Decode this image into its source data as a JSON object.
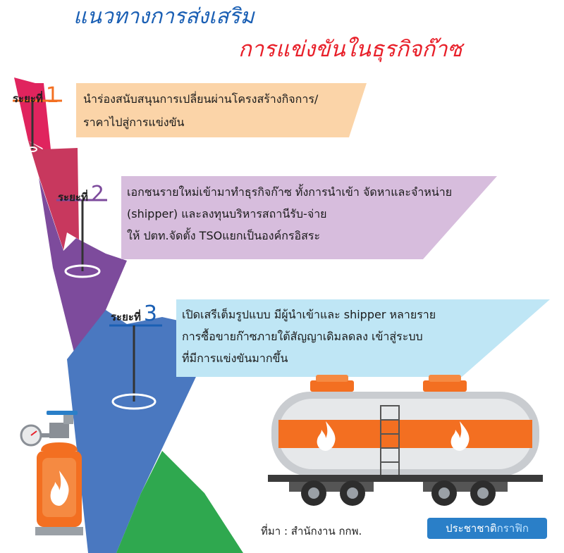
{
  "title": {
    "line1": "แนวทางการส่งเสริม",
    "line2": "การแข่งขันในธุรกิจก๊าซ"
  },
  "phases": [
    {
      "label": "ระยะที่",
      "number": "1",
      "lines": [
        "นำร่องสนับสนุนการเปลี่ยนผ่านโครงสร้างกิจการ/",
        "ราคาไปสู่การแข่งขัน"
      ],
      "color": "#f36f21",
      "box_color": "#fbd4a8"
    },
    {
      "label": "ระยะที่",
      "number": "2",
      "lines": [
        "เอกชนรายใหม่เข้ามาทำธุรกิจก๊าซ ทั้งการนำเข้า จัดหาและจำหน่าย",
        "(shipper) และลงทุนบริหารสถานีรับ-จ่าย",
        "ให้ ปตท.จัดตั้ง TSOแยกเป็นองค์กรอิสระ"
      ],
      "color": "#7d4b9c",
      "box_color": "#d7bddd"
    },
    {
      "label": "ระยะที่",
      "number": "3",
      "lines": [
        "เปิดเสรีเต็มรูปแบบ มีผู้นำเข้าและ shipper หลายราย",
        "การซื้อขายก๊าซภายใต้สัญญาเดิมลดลง เข้าสู่ระบบ",
        "ที่มีการแข่งขันมากขึ้น"
      ],
      "color": "#1a5fb4",
      "box_color": "#bfe6f5"
    }
  ],
  "footer": {
    "source": "ที่มา :  สำนักงาน กกพ.",
    "brand_a": "ประชาชาติ",
    "brand_b": "กราฟิก"
  },
  "colors": {
    "arrow_red": "#e0245e",
    "arrow_pink": "#c8385e",
    "arrow_purple": "#7d4b9c",
    "arrow_blue": "#4a78c0",
    "arrow_green": "#2fa84f",
    "tank_orange": "#f36f21",
    "tank_grey": "#9aa0a6"
  },
  "icons": [
    "gas-cylinder-icon",
    "rail-tank-car-icon",
    "flame-icon"
  ]
}
